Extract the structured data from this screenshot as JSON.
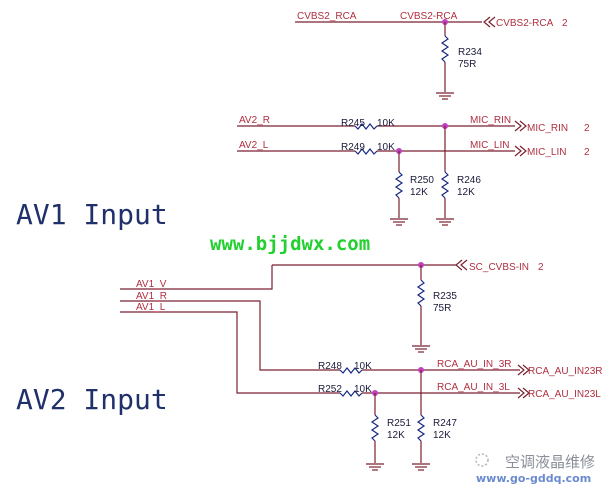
{
  "titles": {
    "av1": "AV1 Input",
    "av2": "AV2 Input",
    "website": "www.bjjdwx.com"
  },
  "nets": {
    "cvbs2_rca_left": "CVBS2_RCA",
    "cvbs2_rca_mid": "CVBS2-RCA",
    "cvbs2_port": "CVBS2-RCA",
    "av2_r": "AV2_R",
    "av2_l": "AV2_L",
    "mic_rin": "MIC_RIN",
    "mic_lin": "MIC_LIN",
    "mic_rin_port": "MIC_RIN",
    "mic_lin_port": "MIC_LIN",
    "sc_cvbs_port": "SC_CVBS-IN",
    "av1_v": "AV1_V",
    "av1_r": "AV1_R",
    "av1_l": "AV1_L",
    "rca_3r": "RCA_AU_IN_3R",
    "rca_3l": "RCA_AU_IN_3L",
    "rca_3r_port": "RCA_AU_IN23R",
    "rca_3l_port": "RCA_AU_IN23L",
    "page_ref": "2"
  },
  "resistors": {
    "r234": {
      "ref": "R234",
      "value": "75R"
    },
    "r245": {
      "ref": "R245",
      "value": "10K"
    },
    "r249": {
      "ref": "R249",
      "value": "10K"
    },
    "r250": {
      "ref": "R250",
      "value": "12K"
    },
    "r246": {
      "ref": "R246",
      "value": "12K"
    },
    "r235": {
      "ref": "R235",
      "value": "75R"
    },
    "r248": {
      "ref": "R248",
      "value": "10K"
    },
    "r252": {
      "ref": "R252",
      "value": "10K"
    },
    "r251": {
      "ref": "R251",
      "value": "12K"
    },
    "r247": {
      "ref": "R247",
      "value": "12K"
    }
  },
  "watermark": {
    "name": "空调液晶维修",
    "url": "www.go-gddq.com"
  }
}
